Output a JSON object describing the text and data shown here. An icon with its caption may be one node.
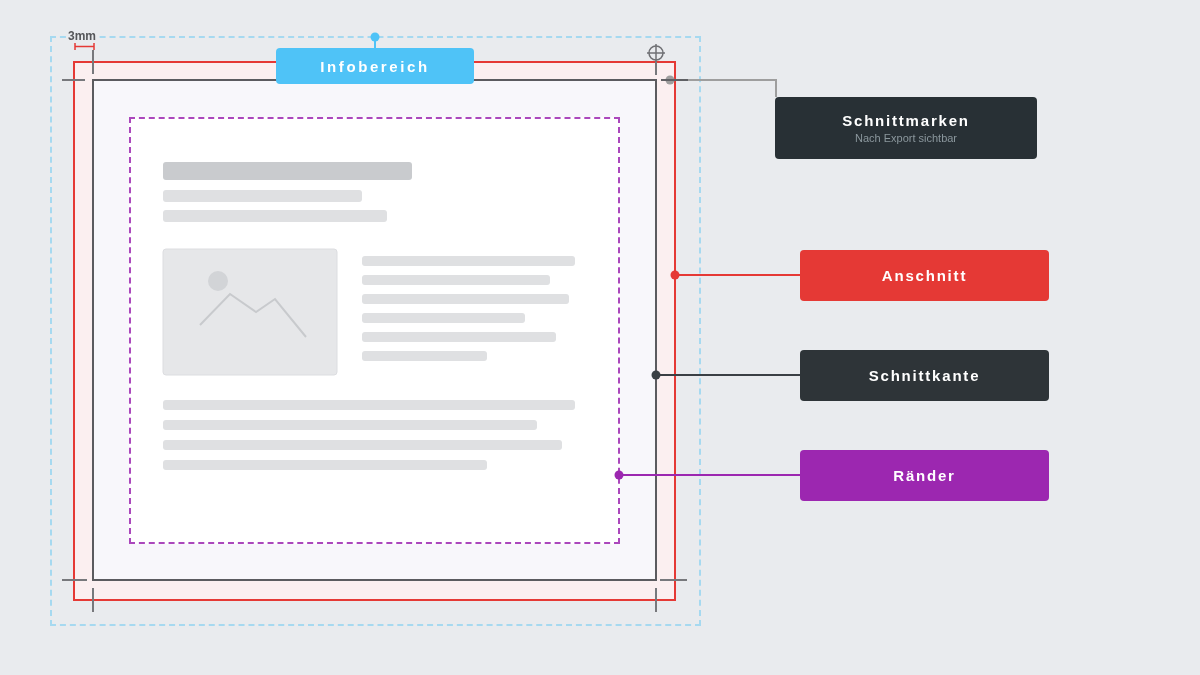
{
  "diagram": {
    "nodes": [
      {
        "text": [],
        "shape": "box"
      },
      {
        "text": [],
        "shape": "box",
        "in": 0
      },
      {
        "text": [],
        "shape": "box",
        "in": 1
      },
      {
        "text": [],
        "shape": "box",
        "in": 2
      },
      {
        "text": [],
        "shape": "line",
        "in": 0
      },
      {
        "text": [
          "Infobereich"
        ],
        "in": 0
      },
      {
        "text": [
          "Schnittmarken",
          "Nach Export sichtbar"
        ]
      },
      {
        "text": [
          "Anschnitt"
        ]
      },
      {
        "text": [
          "Schnittkante"
        ]
      },
      {
        "text": [
          "Ränder"
        ]
      }
    ],
    "edges": [
      {
        "from": 5,
        "to": 0,
        "arrow": "other",
        "color": "#4fc3f7"
      },
      {
        "from": 6,
        "to": 4,
        "arrow": "other",
        "color": "#9e9e9e"
      },
      {
        "from": 7,
        "to": 1,
        "arrow": "other",
        "color": "#e53935"
      },
      {
        "from": 8,
        "to": 2,
        "arrow": "other",
        "color": "#3a3f44"
      },
      {
        "from": 9,
        "to": 3,
        "arrow": "other",
        "color": "#9c27b0"
      }
    ],
    "labels": [
      "3mm"
    ]
  }
}
